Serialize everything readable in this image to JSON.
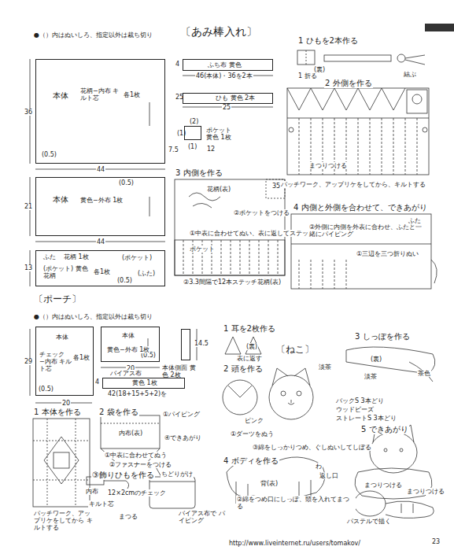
{
  "diagram": {
    "title": "〔あみ棒入れ〕",
    "nodes": [
      {
        "text": [
          "本体",
          "花柄−内布 キルト芯",
          "各1枚"
        ]
      },
      {
        "text": [
          "ふち布 黄色"
        ]
      },
      {
        "text": [
          "ひも 黄色 2本"
        ]
      },
      {
        "text": [
          "ポケット",
          "黄色 1枚"
        ]
      },
      {
        "text": [
          "本体",
          "黄色−外布 1枚"
        ]
      },
      {
        "text": [
          "ふた",
          "花柄 1枚",
          "(ポケット) 黄色 花柄",
          "各1枚",
          "(ポケット)",
          "(ふた)"
        ]
      },
      {
        "text": [
          "本体",
          "チェック−内布 キルト芯",
          "各1枚"
        ]
      },
      {
        "text": [
          "本体",
          "黄色−外布 1枚"
        ]
      },
      {
        "text": [
          "本体側面 黄色 2枚"
        ]
      },
      {
        "text": [
          "バイアス布",
          "黄色 1枚"
        ]
      }
    ],
    "labels": [
      "●（）内はぬいしろ、指定以外は裁ち切り",
      "36",
      "44",
      "(0.5)",
      "4",
      "46(本体)・36を2本",
      "25",
      "25",
      "(2)",
      "(1)",
      "(1)",
      "7.5",
      "12",
      "1 ひもを2本作る",
      "(裏)",
      "1 折る",
      "結ぶ",
      "2 外側を作る",
      "まつりつける",
      "パッチワーク、アップリケをしてから、キルトする",
      "21",
      "(0.5)",
      "3 内側を作る",
      "花柄(表)",
      "35",
      "②ポケットをつける",
      "①中表に合わせてぬい、表に返してステッチ",
      "ポケット",
      "②3.3間隔で12本ステッチ",
      "花柄(表)",
      "4 内側と外側を合わせて、できあがり",
      "ふた",
      "②外側に内側を外表に合わせ、ふたと一緒にパイピング",
      "①三辺を三つ折りぬい",
      "44",
      "13",
      "(0.5)",
      "〔ポーチ〕",
      "●（）内はぬいしろ、指定以外は裁ち切り",
      "29",
      "(0.5)",
      "20",
      "14.5",
      "(0.5)",
      "20",
      "4",
      "42(18+15+5+2)を",
      "1 本体を作る",
      "2 袋を作る",
      "①パイピング",
      "内布(表)",
      "④できあがり",
      "①中表に合わせてぬう",
      "②ファスナーをつける",
      "ちどりがけ",
      "③飾りひもを作る",
      "内布",
      "12×2cmのチェック",
      "キルト芯",
      "まつる",
      "パッチワーク、アップリケをしてから キルトする",
      "バイアス布で パイピング",
      "〔ねこ〕",
      "1 耳を2枚作る",
      "(裏)",
      "表に返す",
      "2 頭を作る",
      "淡茶",
      "ピンク",
      "①ダーツをぬう",
      "③綿をしっかりつめ、ぐしぬいしてしぼる",
      "バックS 3本どり",
      "ウッドビーズ",
      "ストレートS 3本どり",
      "3 しっぽを作る",
      "(裏)",
      "淡茶",
      "茶色",
      "4 ボディを作る",
      "わ",
      "返し口",
      "背(表)",
      "②綿をつめ口にしっぽ、頭を入れてまつる",
      "5 できあがり",
      "まつりつける",
      "まつりつける",
      "パステルで描く",
      "23",
      "http://www.liveinternet.ru/users/tomakov/"
    ]
  }
}
